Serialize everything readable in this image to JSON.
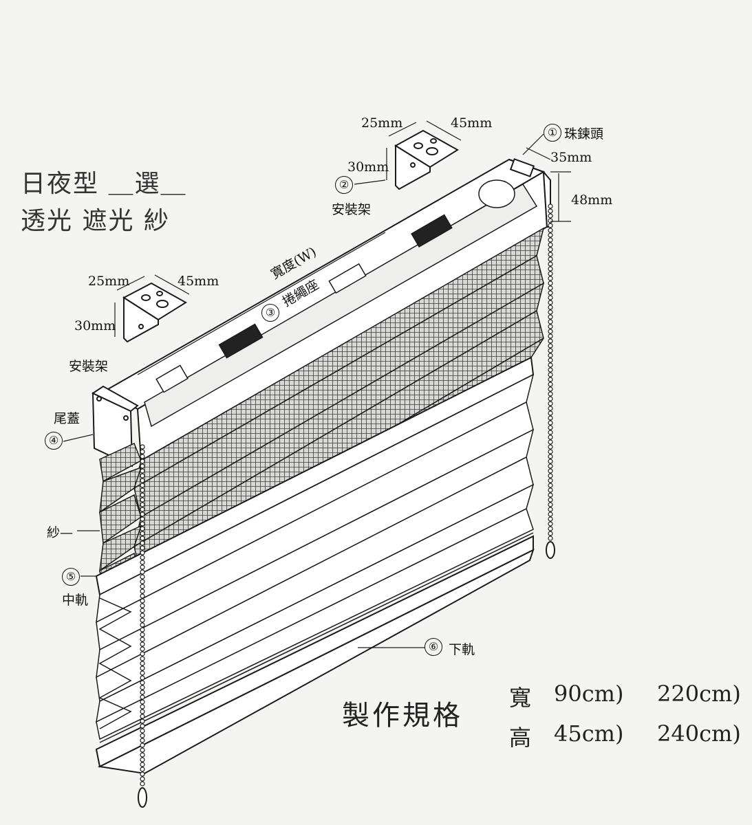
{
  "title": {
    "line1": "日夜型 ＿選＿",
    "line2": "透光 遮光 紗"
  },
  "parts": [
    {
      "num": "①",
      "label": "珠鍊頭"
    },
    {
      "num": "②",
      "label": "安裝架"
    },
    {
      "num": "③",
      "label": "捲繩座"
    },
    {
      "num": "④",
      "label": "尾蓋"
    },
    {
      "num": "⑤",
      "label": "中軌"
    },
    {
      "num": "⑥",
      "label": "下軌"
    }
  ],
  "labels": {
    "bracket_left": "安裝架",
    "sheer": "紗—",
    "width": "寬度(W)"
  },
  "dimensions": {
    "bracket_top_a": "25mm",
    "bracket_top_b": "45mm",
    "bracket_top_h": "30mm",
    "bracket_left_a": "25mm",
    "bracket_left_b": "45mm",
    "bracket_left_h": "30mm",
    "rail_depth": "35mm",
    "rail_height": "48mm"
  },
  "spec": {
    "title": "製作規格",
    "width_label": "寬",
    "width_min": "90cm)",
    "width_max": "220cm)",
    "height_label": "高",
    "height_min": "45cm)",
    "height_max": "240cm)"
  }
}
